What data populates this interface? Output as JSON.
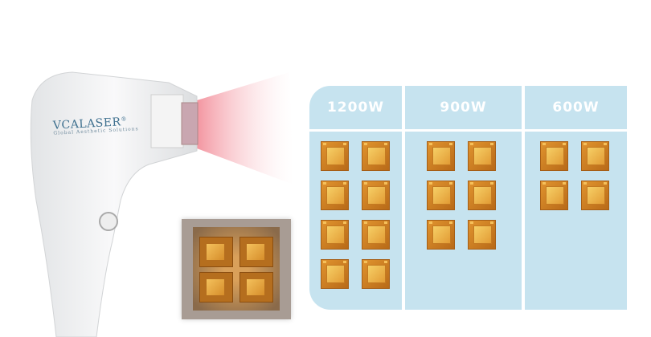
{
  "brand": {
    "name": "VCALASER",
    "mark": "®",
    "tagline": "Global Aesthetic Solutions"
  },
  "colors": {
    "panel": "#c6e3ef",
    "chip": "#d68d2a",
    "beam": "#f4a0a8"
  },
  "power_levels": [
    {
      "label": "1200W",
      "chip_count": 8
    },
    {
      "label": "900W",
      "chip_count": 6
    },
    {
      "label": "600W",
      "chip_count": 4
    }
  ]
}
